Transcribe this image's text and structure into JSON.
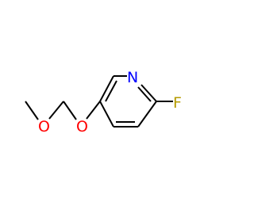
{
  "molecule": {
    "atoms": {
      "nitrogen": {
        "symbol": "N",
        "color": "#0000ff"
      },
      "fluorine": {
        "symbol": "F",
        "color": "#b59b00"
      },
      "oxygen_ether": {
        "symbol": "O",
        "color": "#ff0000"
      },
      "oxygen_methoxy": {
        "symbol": "O",
        "color": "#ff0000"
      }
    },
    "bond_color": "#000000"
  }
}
